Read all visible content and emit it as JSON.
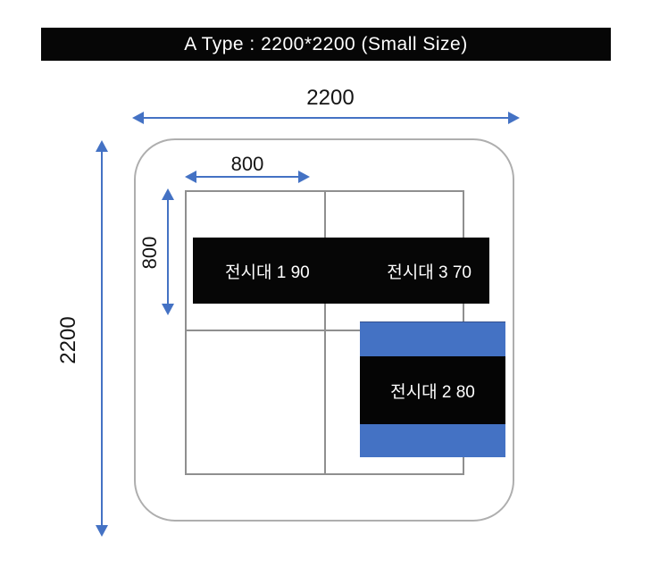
{
  "title_bar": {
    "text": "A Type : 2200*2200 (Small Size)"
  },
  "dimensions": {
    "overall_width": "2200",
    "overall_height": "2200",
    "cell_width": "800",
    "cell_height": "800"
  },
  "booth": {
    "stand_band_top": {
      "left_label": "전시대 1 90",
      "right_label": "전시대 3 70"
    },
    "stand_right": {
      "label": "전시대 2 80"
    }
  },
  "colors": {
    "accent_blue": "#4472C4",
    "band_black": "#060606",
    "outline_gray": "#AEAEAE",
    "grid_gray": "#8F8F8F",
    "title_bg": "#060606",
    "title_text": "#FFFFFF"
  }
}
